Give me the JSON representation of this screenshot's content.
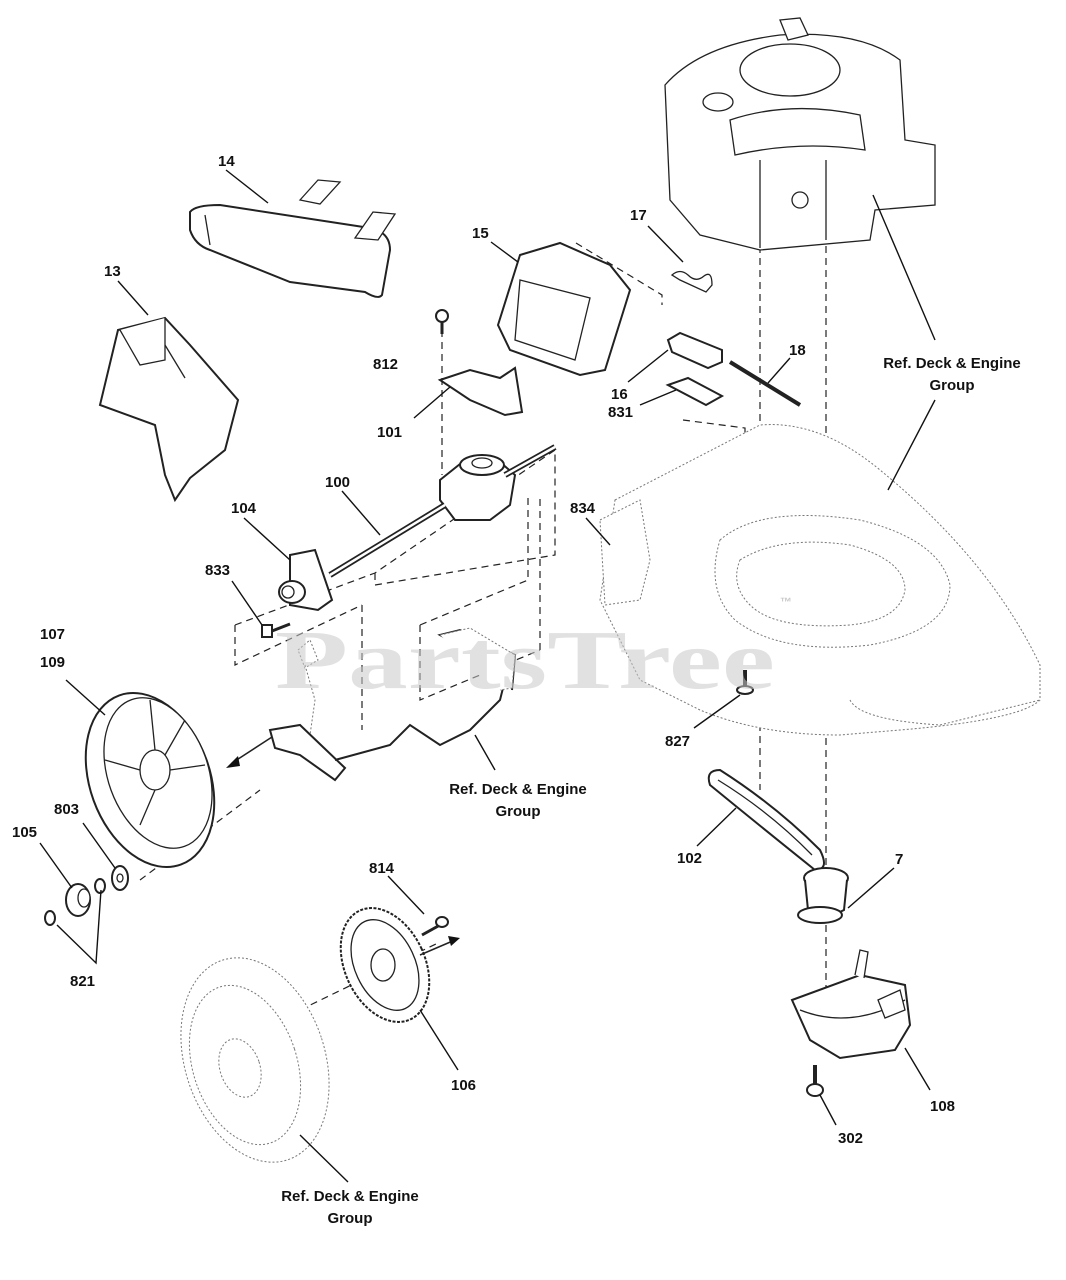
{
  "diagram": {
    "watermark": "PartsTree",
    "trademark": "™",
    "part_labels": [
      {
        "key": "14",
        "text": "14"
      },
      {
        "key": "13",
        "text": "13"
      },
      {
        "key": "15",
        "text": "15"
      },
      {
        "key": "17",
        "text": "17"
      },
      {
        "key": "18",
        "text": "18"
      },
      {
        "key": "16",
        "text": "16"
      },
      {
        "key": "831",
        "text": "831"
      },
      {
        "key": "812",
        "text": "812"
      },
      {
        "key": "101",
        "text": "101"
      },
      {
        "key": "104",
        "text": "104"
      },
      {
        "key": "100",
        "text": "100"
      },
      {
        "key": "834",
        "text": "834"
      },
      {
        "key": "833",
        "text": "833"
      },
      {
        "key": "107",
        "text": "107"
      },
      {
        "key": "109",
        "text": "109"
      },
      {
        "key": "827",
        "text": "827"
      },
      {
        "key": "803",
        "text": "803"
      },
      {
        "key": "105",
        "text": "105"
      },
      {
        "key": "821",
        "text": "821"
      },
      {
        "key": "814",
        "text": "814"
      },
      {
        "key": "102",
        "text": "102"
      },
      {
        "key": "7",
        "text": "7"
      },
      {
        "key": "106",
        "text": "106"
      },
      {
        "key": "108",
        "text": "108"
      },
      {
        "key": "302",
        "text": "302"
      }
    ],
    "reference_labels": {
      "top_right": [
        "Ref. Deck & Engine",
        "Group"
      ],
      "middle": [
        "Ref. Deck & Engine",
        "Group"
      ],
      "bottom": [
        "Ref. Deck & Engine",
        "Group"
      ]
    }
  }
}
